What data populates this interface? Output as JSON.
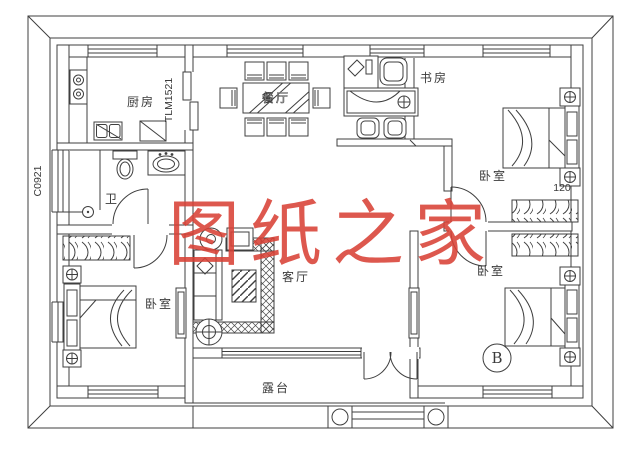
{
  "watermark": {
    "text": "图纸之家",
    "color": "#d94136"
  },
  "rooms": {
    "kitchen": "厨房",
    "dining": "餐厅",
    "study": "书房",
    "bedroom_ne": "卧室",
    "bedroom_sw": "卧室",
    "bedroom_se": "卧室",
    "bathroom": "卫",
    "living": "客厅",
    "terrace": "露台"
  },
  "codes": {
    "kitchen_door": "TLM1521",
    "left_window": "C0921",
    "dimension": "120",
    "marker_b": "B"
  },
  "colors": {
    "line": "#3f3f3f",
    "watermark": "#d94136",
    "background": "#ffffff"
  }
}
